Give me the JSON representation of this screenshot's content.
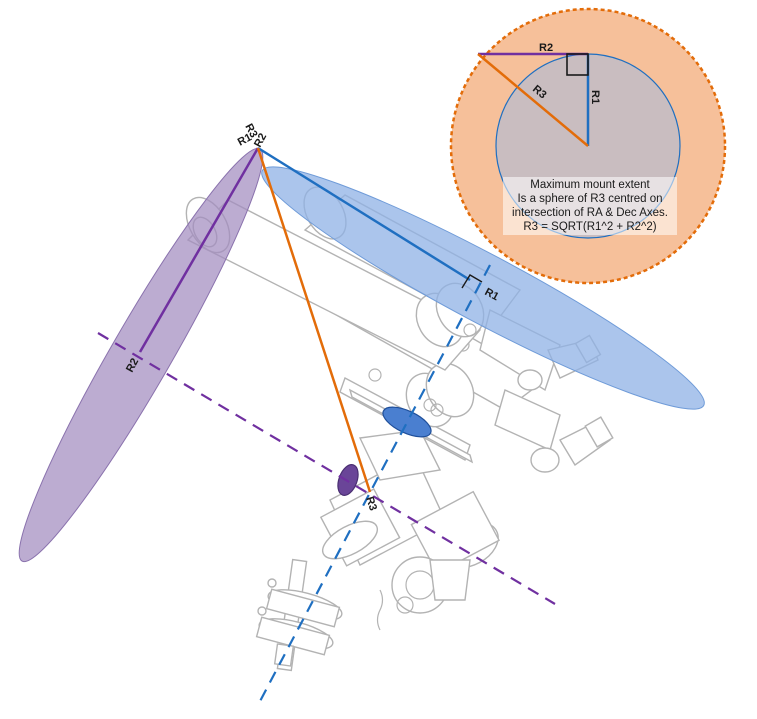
{
  "labels": {
    "r1_tip": "R1",
    "r2_tip": "R2",
    "r3_tip": "R3",
    "r1_main": "R1",
    "r2_main": "R2",
    "r3_main": "R3",
    "r1_inset": "R1",
    "r2_inset": "R2",
    "r3_inset": "R3"
  },
  "note": {
    "line1": "Maximum mount extent",
    "line2": "Is a sphere of R3 centred on",
    "line3": "intersection of RA & Dec Axes.",
    "line4": "R3 = SQRT(R1^2 + R2^2)"
  },
  "colors": {
    "r1_blue": "#1f6fc1",
    "r2_purple": "#7030a0",
    "r3_orange": "#e36c09",
    "blue_disc": "#8fb2e6",
    "purple_disc": "#a28cbf",
    "inset_fill": "#f6c09a",
    "inset_border": "#e36c09",
    "inset_sphere": "#c9bdc0"
  }
}
